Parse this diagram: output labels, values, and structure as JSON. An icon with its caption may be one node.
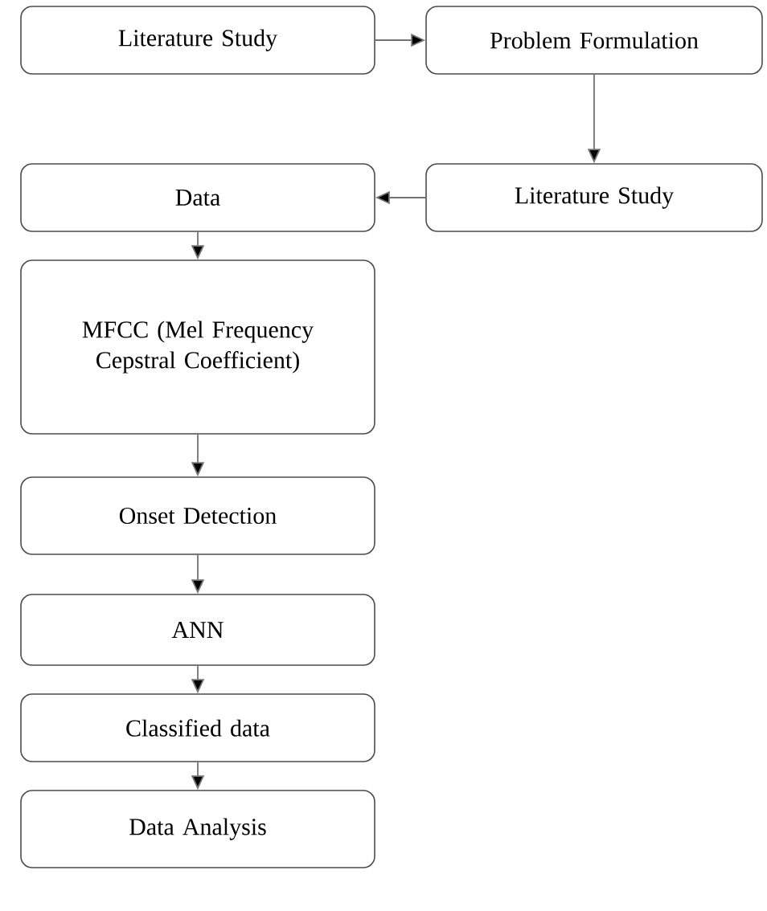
{
  "diagram": {
    "nodes": [
      {
        "text": [
          "Literature Study"
        ]
      },
      {
        "text": [
          "Problem Formulation"
        ]
      },
      {
        "text": [
          "Literature Study"
        ]
      },
      {
        "text": [
          "Data"
        ]
      },
      {
        "text": [
          "MFCC (Mel Frequency Cepstral Coefficient)"
        ]
      },
      {
        "text": [
          "Onset Detection"
        ]
      },
      {
        "text": [
          "ANN"
        ]
      },
      {
        "text": [
          "Classified data"
        ]
      },
      {
        "text": [
          "Data Analysis"
        ]
      }
    ],
    "edges": [
      {
        "from": 0,
        "to": 1,
        "arrow": "to"
      },
      {
        "from": 1,
        "to": 2,
        "arrow": "to"
      },
      {
        "from": 2,
        "to": 3,
        "arrow": "to"
      },
      {
        "from": 3,
        "to": 4,
        "arrow": "to"
      },
      {
        "from": 4,
        "to": 5,
        "arrow": "to"
      },
      {
        "from": 5,
        "to": 6,
        "arrow": "to"
      },
      {
        "from": 6,
        "to": 7,
        "arrow": "to"
      },
      {
        "from": 7,
        "to": 8,
        "arrow": "to"
      }
    ]
  }
}
